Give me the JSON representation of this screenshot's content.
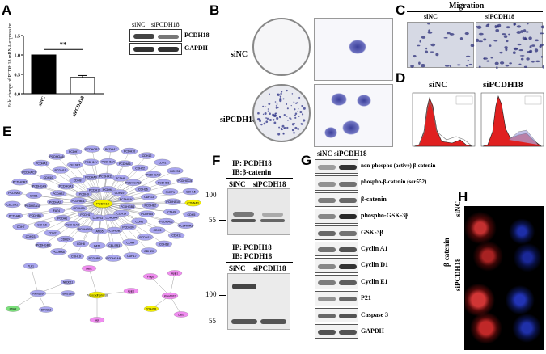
{
  "panel_letters": [
    "A",
    "B",
    "C",
    "D",
    "E",
    "F",
    "G",
    "H"
  ],
  "panelA": {
    "chart_data": {
      "type": "bar",
      "categories": [
        "siNC",
        "siPCDH18"
      ],
      "values": [
        1.0,
        0.42
      ],
      "errors": [
        0.0,
        0.05
      ],
      "ylabel": "Fold change of PCDH18 mRNA expression",
      "yticks": [
        "0.0",
        "0.5",
        "1.0",
        "1.5"
      ],
      "ylim": [
        0,
        1.5
      ],
      "significance": "**",
      "colors": [
        "#000000",
        "#ffffff"
      ]
    },
    "blot_cols": [
      "siNC",
      "siPCDH18"
    ],
    "blot_rows": [
      "PCDH18",
      "GAPDH"
    ]
  },
  "panelB": {
    "rows": [
      "siNC",
      "siPCDH18"
    ]
  },
  "panelC": {
    "title": "Migration",
    "cols": [
      "siNC",
      "siPCDH18"
    ]
  },
  "panelD": {
    "cols": [
      "siNC",
      "siPCDH18"
    ]
  },
  "panelE": {
    "hub": "PCDH18",
    "highlight": [
      "CTNNA3",
      "CTNNA1",
      "CTNNB1",
      "CTNNA2",
      "CTNNA1"
    ],
    "nodes": [
      "CDH1",
      "DCHS1",
      "PCDHGC5",
      "CDH15",
      "CTNNA3",
      "CDH5",
      "PCDHGA3",
      "CDH11",
      "CDH18",
      "CDH20",
      "CDH17",
      "PCDHGA8",
      "PCDHB3",
      "CDH19",
      "PCDHA5",
      "PCDHGB6",
      "CDH23",
      "CDH7",
      "PCDHA8",
      "CELSR2",
      "PCDHA3",
      "PCDHGB7",
      "PCDHAC2",
      "PCDHA1",
      "PCDHGA6",
      "PCDH7",
      "PCDHGB2",
      "PCDHA7",
      "PCDH10",
      "CDH12",
      "CDH22",
      "PCDHGA5",
      "PCDHB6",
      "SVEP1",
      "PCDHA10",
      "CDH9",
      "PCDHA12",
      "CDH3",
      "PCDH12",
      "CDH4",
      "CELSR3",
      "FAT1",
      "CDH8",
      "CDH24",
      "CDH2",
      "CDH16",
      "PCDHB1",
      "PCDHGA10",
      "DAB1",
      "PCDHGA9",
      "CDH10",
      "PCDH15",
      "CELSR1",
      "PCDH11Y",
      "PCDH11X",
      "PCDHA6",
      "PCDH9",
      "PCDHGA12",
      "CDH26",
      "CDH13",
      "PCDHB2",
      "PCDHB5",
      "CDH6",
      "PCDH20",
      "PCDHGB1",
      "ATG5",
      "PCDHGB5",
      "PCDHGA2",
      "PCDH1",
      "FAT4",
      "PCDHA2",
      "PCDHB7",
      "PCDHGA1",
      "CDH8",
      "PCDHA9",
      "PCDHA11",
      "PCDH8",
      "CDH19",
      "PCDHGA7",
      "PCDHGB4",
      "CDH14",
      "PCDHGA4",
      "CDHR3",
      "PCDH17",
      "PCDH19",
      "PCDHB11",
      "PCDH9",
      "PCDH10",
      "PCDHAC1"
    ],
    "sub1": {
      "hub": "RAN1B9",
      "nodes": [
        "PLK1",
        "NEDD11",
        "PDHX",
        "DPYSL2",
        "BRG1BN"
      ]
    },
    "sub2": {
      "hub": "Protocadherin-18",
      "nodes": [
        "Dab1",
        "Apip1",
        "Nek"
      ]
    },
    "sub3": {
      "hub": "Kiaa1162",
      "nodes": [
        "Plag6",
        "Apip1",
        "PCDH18L",
        "Dab1"
      ]
    }
  },
  "panelF": {
    "ip1": "IP: PCDH18",
    "ib1": "IB:β-catenin",
    "ip2": "IP: PCDH18",
    "ib2": "IB: PCDH18",
    "cols": [
      "SiNC",
      "siPCDH18"
    ],
    "markers1": [
      "100",
      "55"
    ],
    "markers2": [
      "100",
      "55"
    ]
  },
  "panelG": {
    "cols": [
      "siNC",
      "siPCDH18"
    ],
    "rows": [
      "non-phospho (active) β-catenin",
      "phospho-β-catenin (ser552)",
      "β-catenin",
      "phospho-GSK-3β",
      "GSK-3β",
      "Cyclin A1",
      "Cyclin D1",
      "Cyclin E1",
      "P21",
      "Caspase 3",
      "GAPDH"
    ]
  },
  "panelH": {
    "rows": [
      "siNC",
      "siPCDH18"
    ],
    "marker": "β-catenin"
  }
}
